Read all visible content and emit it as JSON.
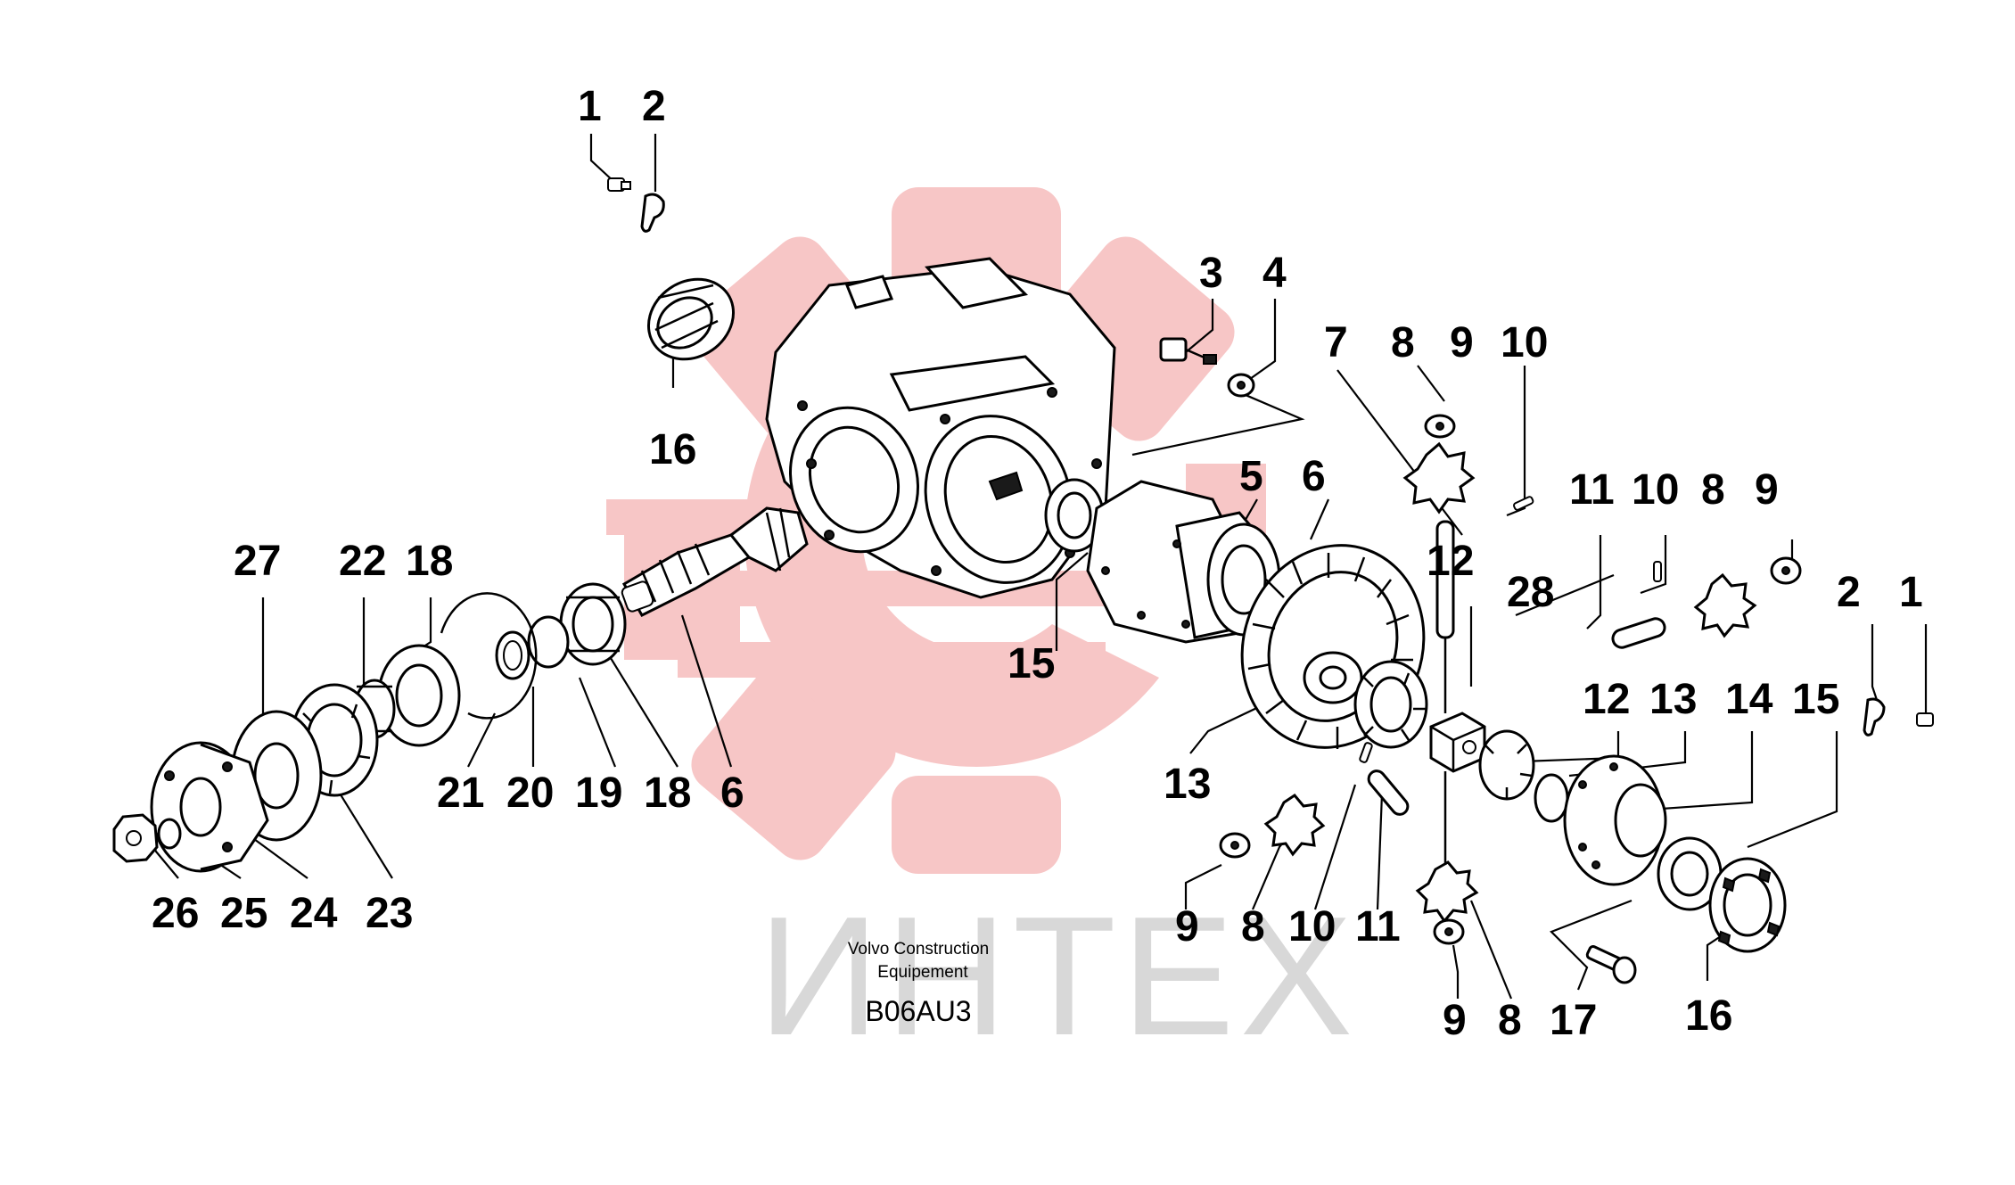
{
  "caption": {
    "line1": "Volvo Construction",
    "line2": "Equipement",
    "code": "B06AU3"
  },
  "watermark": {
    "text": "ИНТЕХ",
    "gear_color": "#f7c6c6",
    "text_color": "#d8d8d8"
  },
  "labels": [
    {
      "id": "l1a",
      "text": "1"
    },
    {
      "id": "l2a",
      "text": "2"
    },
    {
      "id": "l16a",
      "text": "16"
    },
    {
      "id": "l3",
      "text": "3"
    },
    {
      "id": "l4",
      "text": "4"
    },
    {
      "id": "l7",
      "text": "7"
    },
    {
      "id": "l8a",
      "text": "8"
    },
    {
      "id": "l9a",
      "text": "9"
    },
    {
      "id": "l10a",
      "text": "10"
    },
    {
      "id": "l5",
      "text": "5"
    },
    {
      "id": "l6a",
      "text": "6"
    },
    {
      "id": "l11a",
      "text": "11"
    },
    {
      "id": "l10b",
      "text": "10"
    },
    {
      "id": "l8b",
      "text": "8"
    },
    {
      "id": "l9b",
      "text": "9"
    },
    {
      "id": "l12a",
      "text": "12"
    },
    {
      "id": "l28",
      "text": "28"
    },
    {
      "id": "l2b",
      "text": "2"
    },
    {
      "id": "l1b",
      "text": "1"
    },
    {
      "id": "l15a",
      "text": "15"
    },
    {
      "id": "l27",
      "text": "27"
    },
    {
      "id": "l22",
      "text": "22"
    },
    {
      "id": "l18a",
      "text": "18"
    },
    {
      "id": "l12b",
      "text": "12"
    },
    {
      "id": "l13a",
      "text": "13"
    },
    {
      "id": "l14",
      "text": "14"
    },
    {
      "id": "l15b",
      "text": "15"
    },
    {
      "id": "l21",
      "text": "21"
    },
    {
      "id": "l20",
      "text": "20"
    },
    {
      "id": "l19",
      "text": "19"
    },
    {
      "id": "l18b",
      "text": "18"
    },
    {
      "id": "l6b",
      "text": "6"
    },
    {
      "id": "l13b",
      "text": "13"
    },
    {
      "id": "l26",
      "text": "26"
    },
    {
      "id": "l25",
      "text": "25"
    },
    {
      "id": "l24",
      "text": "24"
    },
    {
      "id": "l23",
      "text": "23"
    },
    {
      "id": "l9c",
      "text": "9"
    },
    {
      "id": "l8c",
      "text": "8"
    },
    {
      "id": "l10c",
      "text": "10"
    },
    {
      "id": "l11b",
      "text": "11"
    },
    {
      "id": "l9d",
      "text": "9"
    },
    {
      "id": "l8d",
      "text": "8"
    },
    {
      "id": "l17",
      "text": "17"
    },
    {
      "id": "l16b",
      "text": "16"
    }
  ]
}
